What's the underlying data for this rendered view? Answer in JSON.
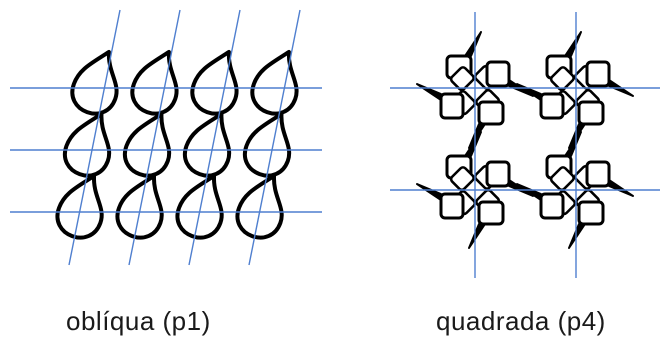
{
  "panels": [
    {
      "id": "p1",
      "caption": "oblíqua (p1)",
      "rows": 3,
      "cols": 4
    },
    {
      "id": "p4",
      "caption": "quadrada (p4)",
      "rows": 2,
      "cols": 2
    }
  ],
  "colors": {
    "grid_line": "#4f7fcf",
    "motif_stroke": "#000000",
    "background": "#ffffff"
  }
}
